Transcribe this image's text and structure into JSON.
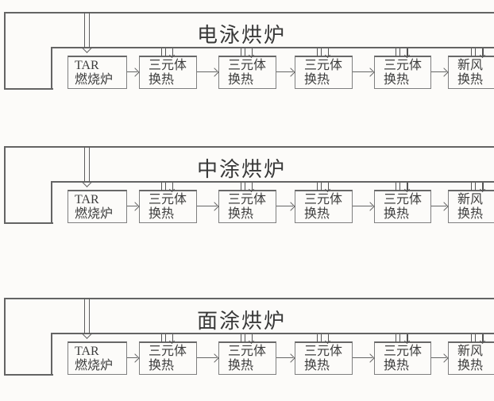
{
  "colors": {
    "line": "#646464",
    "box_border": "#7f7f7f",
    "text": "#3b3b3b",
    "background": "#fcfbf9"
  },
  "sections": [
    {
      "title": "电泳烘炉",
      "burner": {
        "line1": "TAR",
        "line2": "燃烧炉"
      },
      "hx1": {
        "line1": "三元体",
        "line2": "换热"
      },
      "hx2": {
        "line1": "三元体",
        "line2": "换热"
      },
      "hx3": {
        "line1": "三元体",
        "line2": "换热"
      },
      "hx4": {
        "line1": "三元体",
        "line2": "换热"
      },
      "fresh": {
        "line1": "新风",
        "line2": "换热"
      }
    },
    {
      "title": "中涂烘炉",
      "burner": {
        "line1": "TAR",
        "line2": "燃烧炉"
      },
      "hx1": {
        "line1": "三元体",
        "line2": "换热"
      },
      "hx2": {
        "line1": "三元体",
        "line2": "换热"
      },
      "hx3": {
        "line1": "三元体",
        "line2": "换热"
      },
      "hx4": {
        "line1": "三元体",
        "line2": "换热"
      },
      "fresh": {
        "line1": "新风",
        "line2": "换热"
      }
    },
    {
      "title": "面涂烘炉",
      "burner": {
        "line1": "TAR",
        "line2": "燃烧炉"
      },
      "hx1": {
        "line1": "三元体",
        "line2": "换热"
      },
      "hx2": {
        "line1": "三元体",
        "line2": "换热"
      },
      "hx3": {
        "line1": "三元体",
        "line2": "换热"
      },
      "hx4": {
        "line1": "三元体",
        "line2": "换热"
      },
      "fresh": {
        "line1": "新风",
        "line2": "换热"
      }
    }
  ]
}
